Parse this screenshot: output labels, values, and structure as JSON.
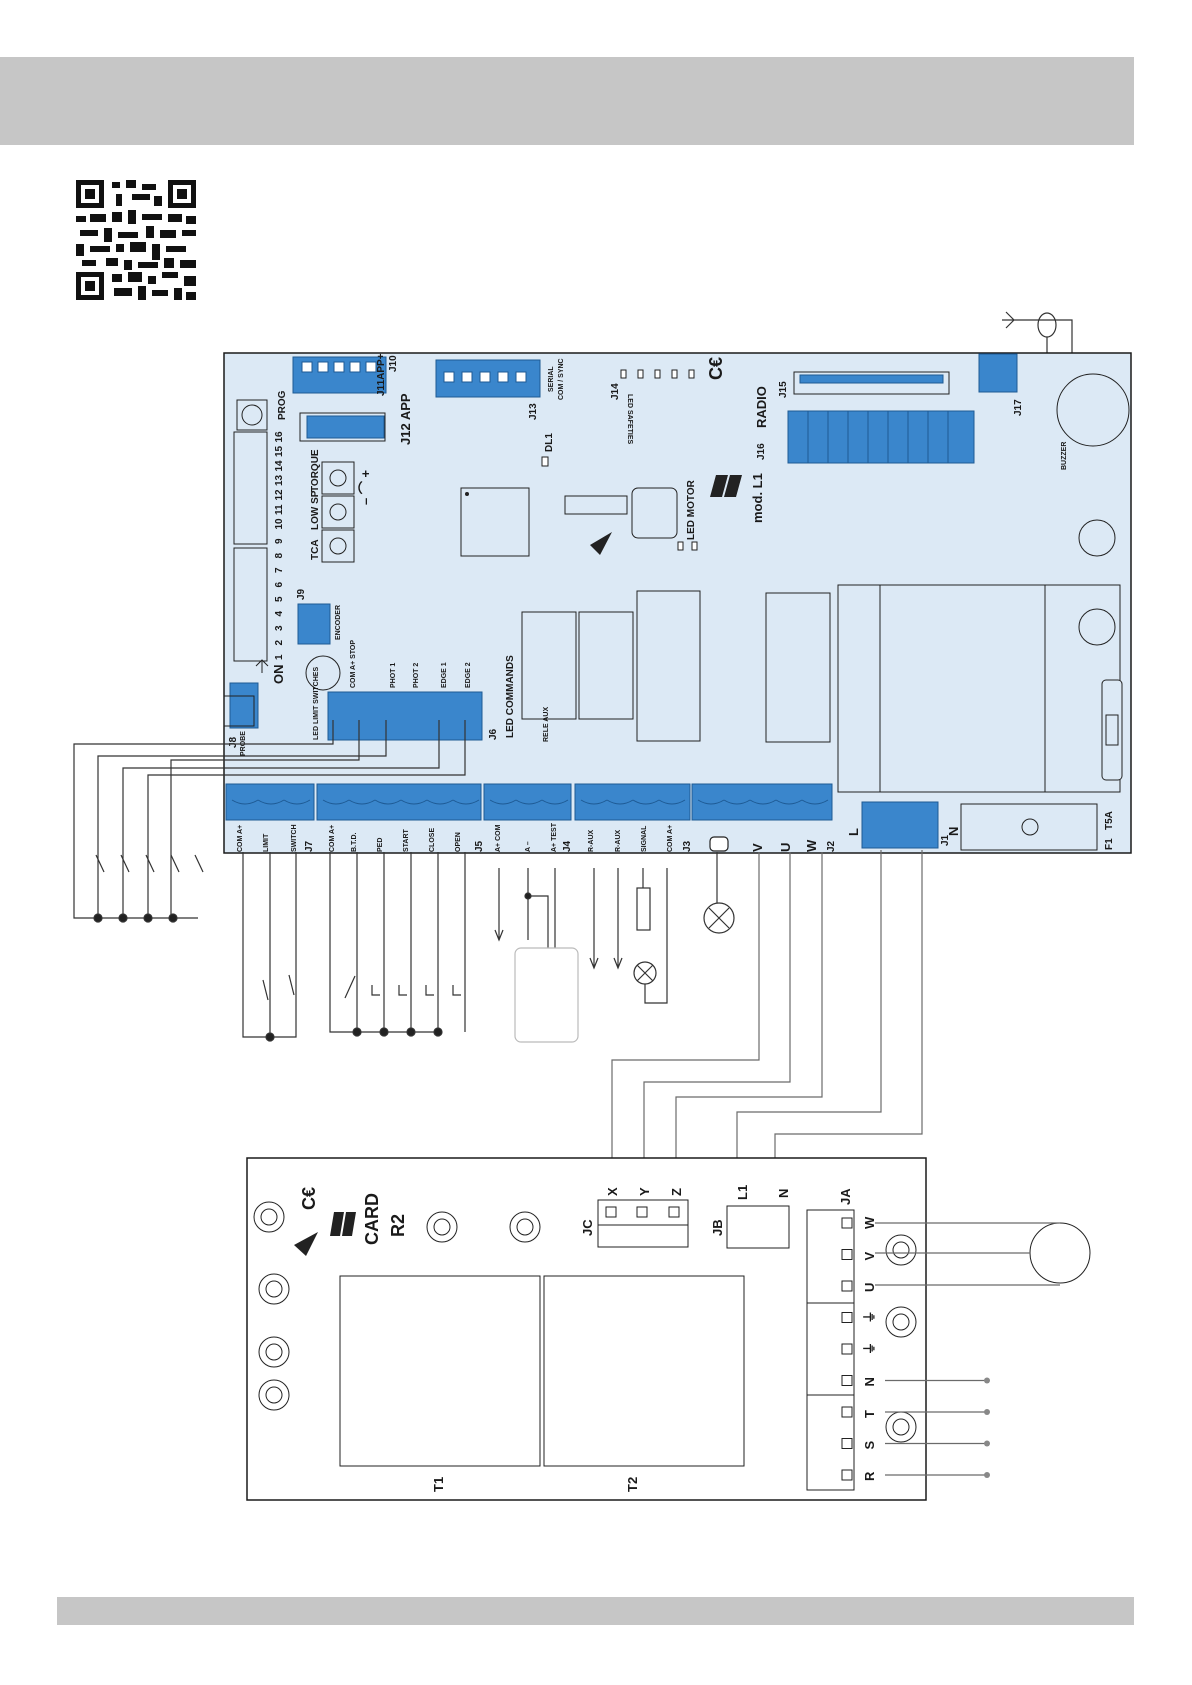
{
  "board_main": {
    "model": "mod. L1",
    "connectors": {
      "j10": "J10",
      "j11": "J11APP+",
      "j12": "J12 APP",
      "j13": "J13",
      "serial": "SERIAL",
      "com_sync": "COM / SYNC",
      "j14": "J14",
      "led_safeties": "LED SAFETIES",
      "j15": "J15",
      "radio": "RADIO",
      "j16": "J16",
      "j17": "J17",
      "buzzer": "BUZZER",
      "prog": "PROG",
      "dl1": "DL1",
      "led_motor": "LED MOTOR",
      "j9": "J9",
      "encoder": "ENCODER",
      "tca": "TCA",
      "low_sp": "LOW SP",
      "torque": "TORQUE",
      "on": "ON",
      "dip_numbers": [
        "1",
        "2",
        "3",
        "4",
        "5",
        "6",
        "7",
        "8",
        "9",
        "10",
        "11",
        "12",
        "13",
        "14",
        "15",
        "16"
      ],
      "j8": "J8",
      "probe": "PROBE",
      "led_limit_switches": "LED LIMIT SWITCHES",
      "j6": "J6",
      "led_commands": "LED COMMANDS",
      "rele_aux": "RELE AUX",
      "com_stop": "COM A+ STOP",
      "phot1": "PHOT 1",
      "phot2": "PHOT 2",
      "edge1": "EDGE 1",
      "edge2": "EDGE 2",
      "j1": "J1",
      "f1": "F1",
      "t5a": "T5A",
      "l": "L",
      "n": "N"
    },
    "terminals": {
      "j7": [
        "COM A+",
        "LIMIT",
        "SWITCH",
        "J7"
      ],
      "j5": [
        "COM A+",
        "B.T.D.",
        "PED",
        "START",
        "CLOSE",
        "OPEN",
        "J5"
      ],
      "j4": [
        "A+ COM",
        "A –",
        "A+ TEST",
        "J4"
      ],
      "j3": [
        "R-AUX",
        "R-AUX",
        "SIGNAL",
        "COM A+",
        "J3"
      ],
      "j2": [
        "V",
        "U",
        "W",
        "J2"
      ]
    }
  },
  "board_r2": {
    "title": "CARD",
    "subtitle": "R2",
    "jc": "JC",
    "jc_pins": [
      "X",
      "Y",
      "Z"
    ],
    "jb": "JB",
    "jb_pins": [
      "L1",
      "N"
    ],
    "ja": "JA",
    "ja_pins": [
      "W",
      "V",
      "U",
      "⏚",
      "⏚",
      "N",
      "T",
      "S",
      "R"
    ],
    "t1": "T1",
    "t2": "T2"
  },
  "colors": {
    "board_bg": "#dce9f5",
    "terminal": "#3a86cc",
    "bar": "#c6c6c6"
  }
}
